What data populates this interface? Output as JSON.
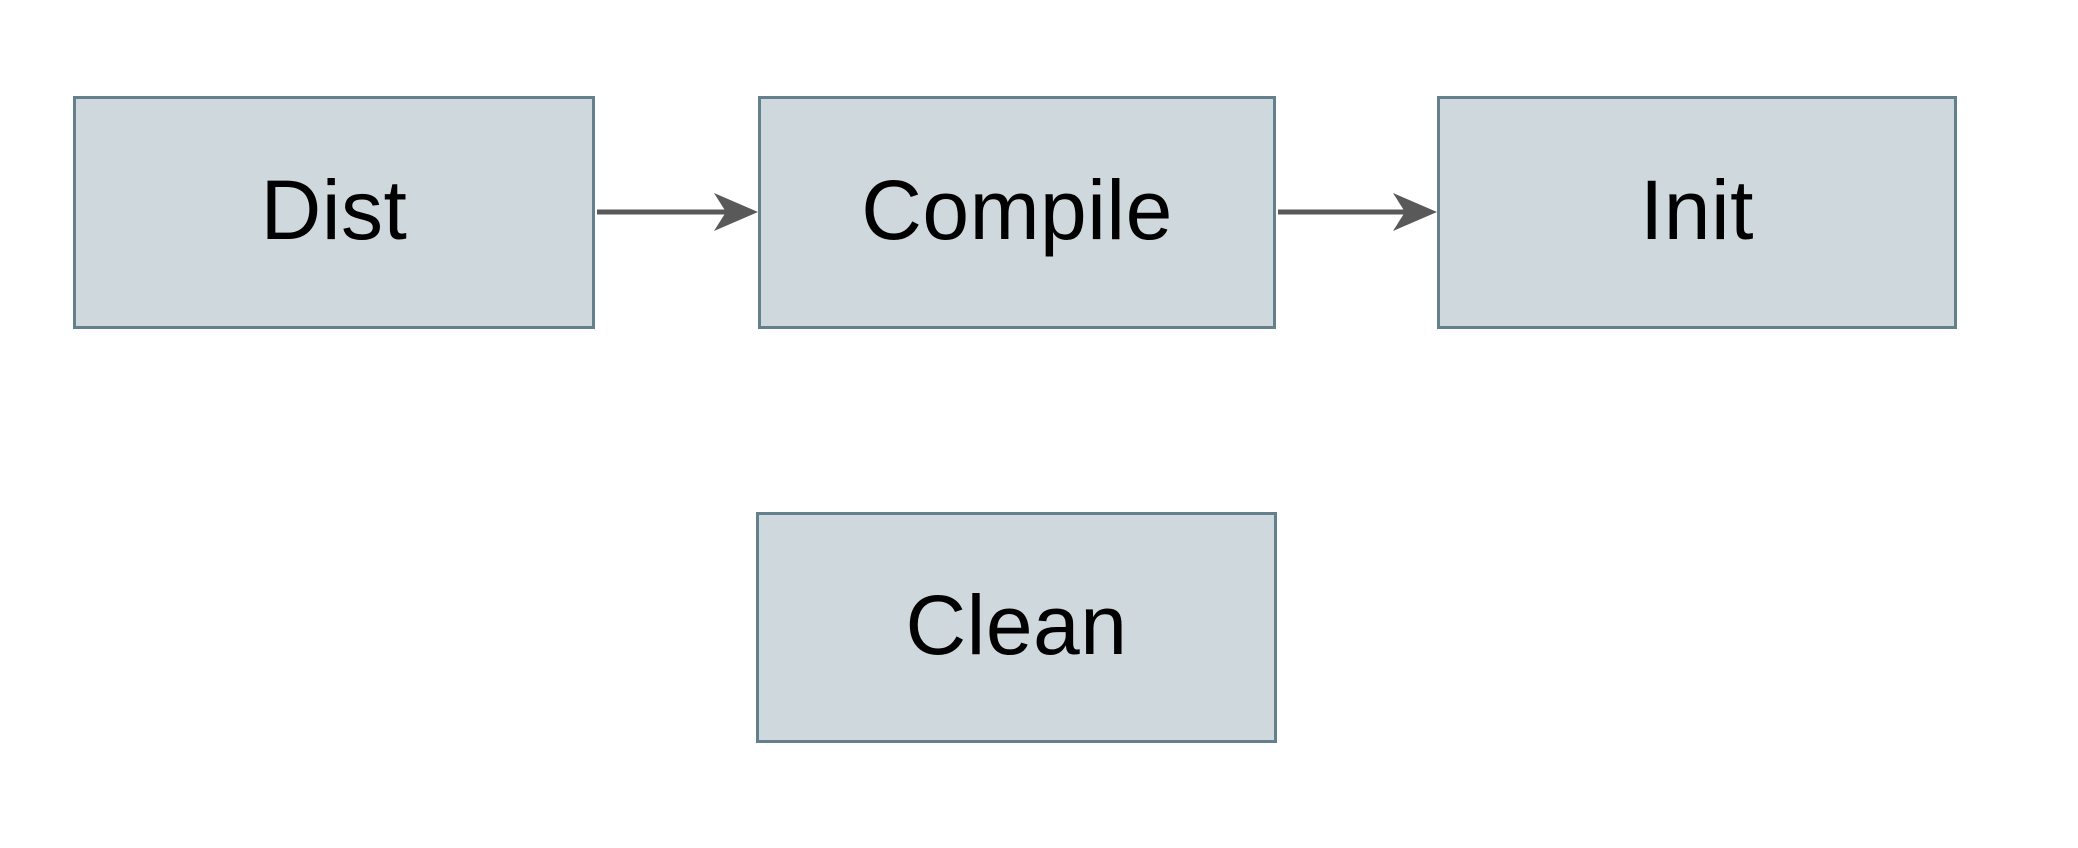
{
  "diagram": {
    "title": "",
    "nodes": {
      "dist": {
        "label": "Dist"
      },
      "compile": {
        "label": "Compile"
      },
      "init": {
        "label": "Init"
      },
      "clean": {
        "label": "Clean"
      }
    },
    "edges": [
      {
        "from": "Dist",
        "to": "Compile",
        "style": "arrow-right"
      },
      {
        "from": "Compile",
        "to": "Init",
        "style": "arrow-right"
      }
    ]
  },
  "colors": {
    "background": "#ffffff",
    "box_fill": "#cfd8dc",
    "box_border": "#65808d",
    "arrow": "#595959",
    "text": "#000000"
  }
}
